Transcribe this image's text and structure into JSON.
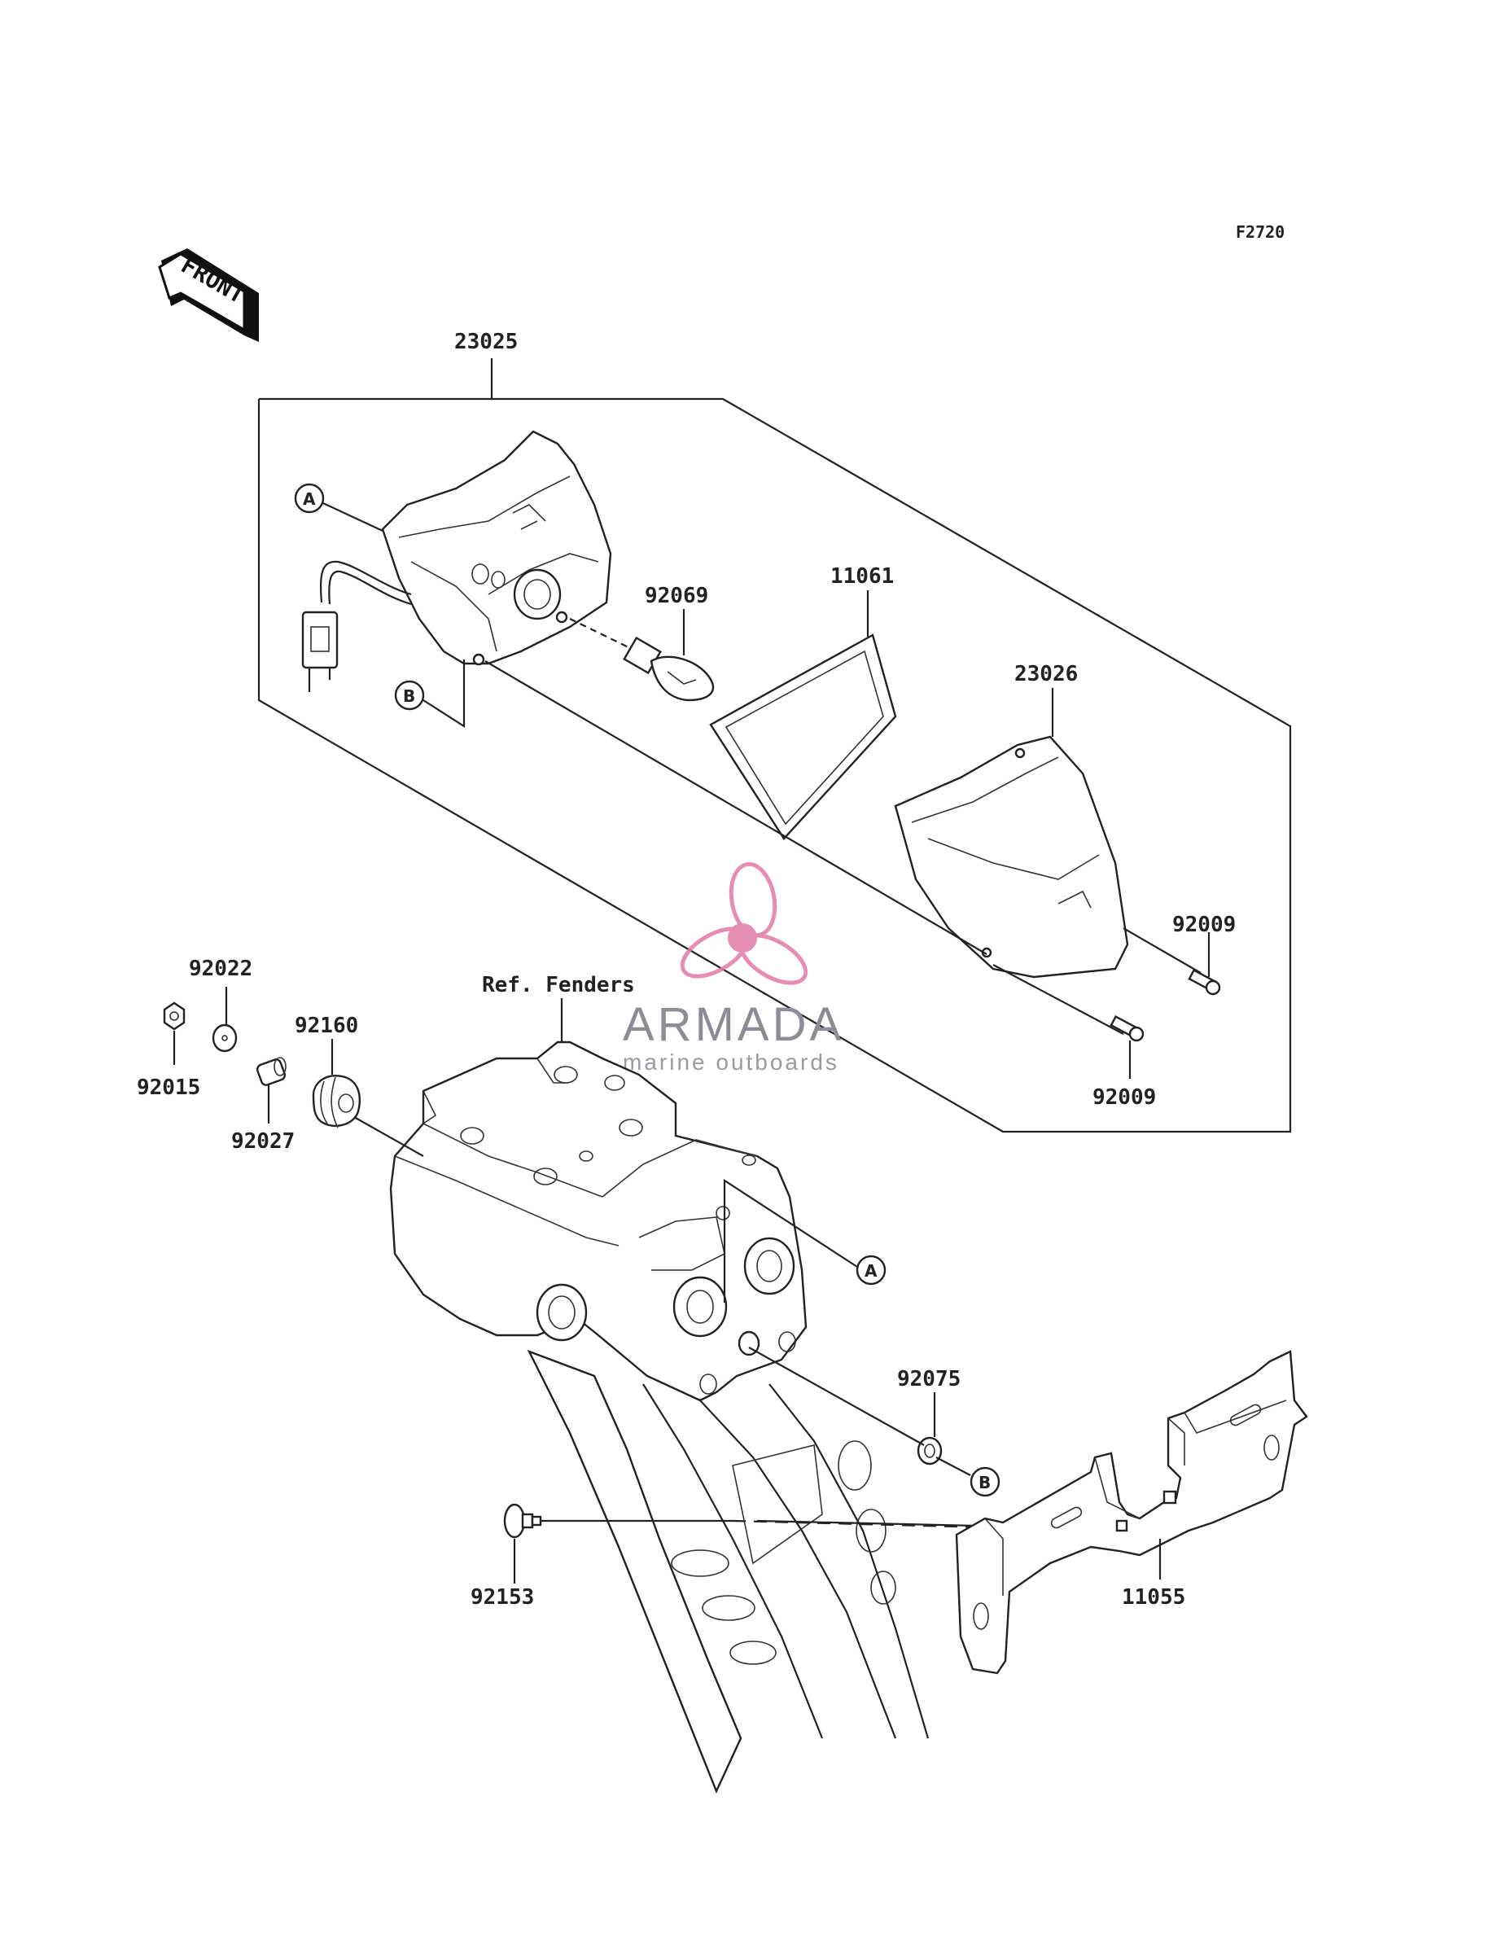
{
  "diagram_code": "F2720",
  "front_label": "FRONT",
  "reference": "Ref. Fenders",
  "watermark": {
    "brand": "ARMADA",
    "tagline": "marine outboards",
    "accent_color": "#e27aa6"
  },
  "callouts": {
    "a": "A",
    "b": "B"
  },
  "parts": {
    "p23025": "23025",
    "p92069": "92069",
    "p11061": "11061",
    "p23026": "23026",
    "p92009_upper": "92009",
    "p92009_lower": "92009",
    "p92022": "92022",
    "p92015": "92015",
    "p92160": "92160",
    "p92027": "92027",
    "p92075": "92075",
    "p92153": "92153",
    "p11055": "11055"
  }
}
